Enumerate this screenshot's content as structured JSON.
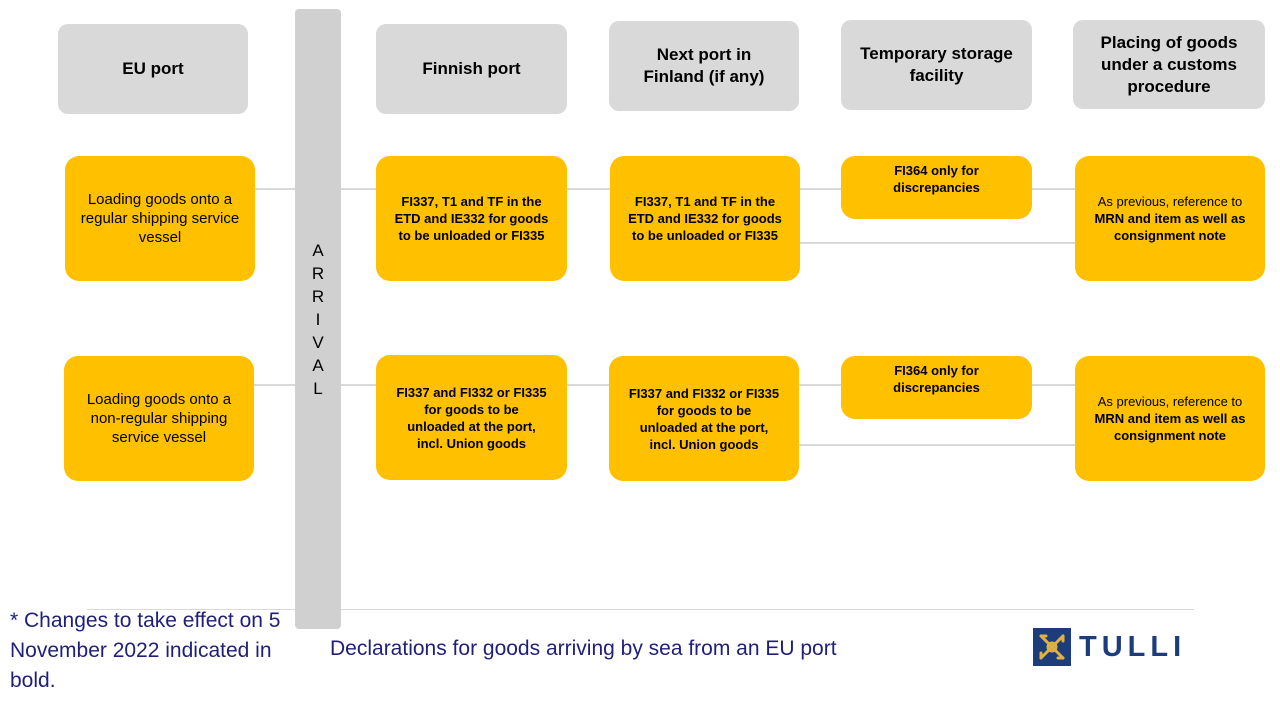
{
  "headers": {
    "eu_port": "EU port",
    "finnish_port": "Finnish port",
    "next_port": "Next port in Finland (if any)",
    "temp_storage": "Temporary storage facility",
    "placing": "Placing of goods under a customs procedure"
  },
  "arrival_label": [
    "A",
    "R",
    "R",
    "I",
    "V",
    "A",
    "L"
  ],
  "row1": {
    "eu": "Loading goods onto a regular shipping service vessel",
    "finnish": "FI337, T1 and TF in the ETD and IE332 for goods to be unloaded or FI335",
    "next": "FI337, T1 and TF in the ETD and IE332 for goods to be unloaded or FI335",
    "temp": "FI364 only for discrepancies",
    "placing_prefix": "As previous, reference to ",
    "placing_bold": "MRN and item as well as consignment note"
  },
  "row2": {
    "eu": "Loading goods onto a non-regular  shipping service vessel",
    "finnish": "FI337 and FI332 or FI335 for goods to be unloaded at the port, incl. Union goods",
    "next": "FI337 and FI332 or FI335 for goods to be unloaded at the port, incl. Union goods",
    "temp": "FI364 only for discrepancies",
    "placing_prefix": "As previous, reference to ",
    "placing_bold": "MRN and item as well as consignment note"
  },
  "footnote": "* Changes to take effect on 5 November 2022 indicated in bold.",
  "caption": "Declarations for goods arriving by sea from an EU port",
  "logo_text": "TULLI",
  "colors": {
    "box": "#ffc000",
    "header": "#d9d9d9",
    "arrival": "#d0d0d0",
    "text_blue": "#1f1f7a",
    "logo": "#1c3c7c"
  }
}
